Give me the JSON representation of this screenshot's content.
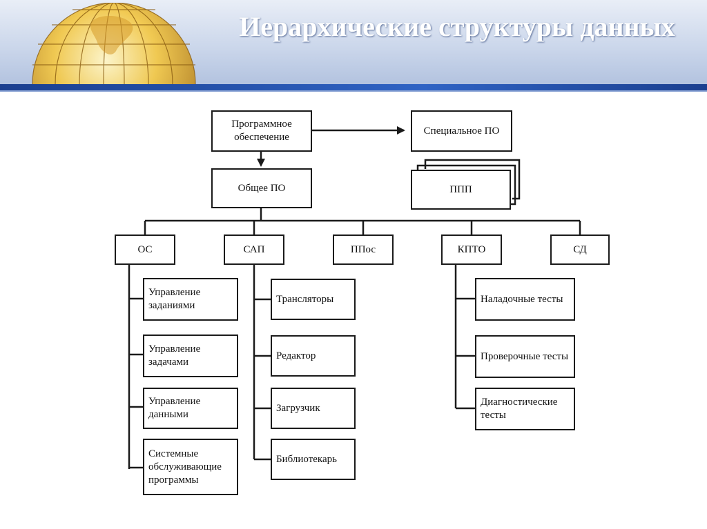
{
  "title": "Иерархические структуры данных",
  "diagram": {
    "root": "Программное обеспечение",
    "special": "Специальное ПО",
    "ppp": "ППП",
    "general": "Общее ПО",
    "categories": {
      "os": "ОС",
      "sap": "САП",
      "ppos": "ППос",
      "kpto": "КПТО",
      "sd": "СД"
    },
    "os_items": [
      "Управление заданиями",
      "Управление задачами",
      "Управление данными",
      "Системные обслуживающие программы"
    ],
    "sap_items": [
      "Трансляторы",
      "Редактор",
      "Загрузчик",
      "Библиотекарь"
    ],
    "kpto_items": [
      "Наладочные тесты",
      "Проверочные тесты",
      "Диагностические тесты"
    ]
  },
  "colors": {
    "header_bg": "#c9d5ea",
    "header_stripe": "#2f63c4",
    "title": "#ffffff",
    "lines": "#1a1a1a"
  },
  "icons": [
    "globe-icon"
  ]
}
